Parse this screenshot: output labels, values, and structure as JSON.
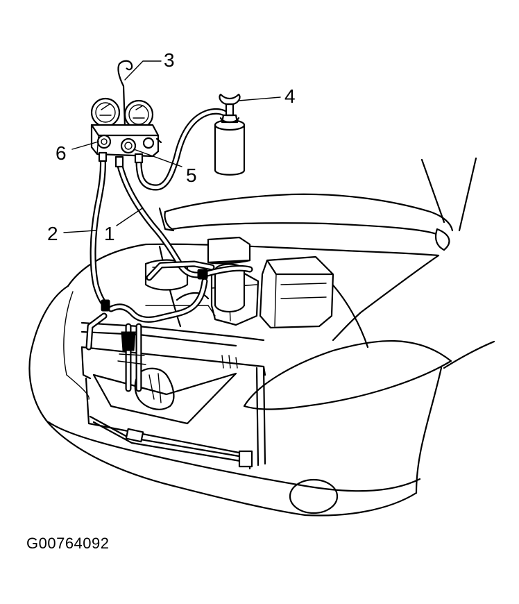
{
  "figure_code": "G00764092",
  "callouts": {
    "c1": "1",
    "c2": "2",
    "c3": "3",
    "c4": "4",
    "c5": "5",
    "c6": "6"
  }
}
